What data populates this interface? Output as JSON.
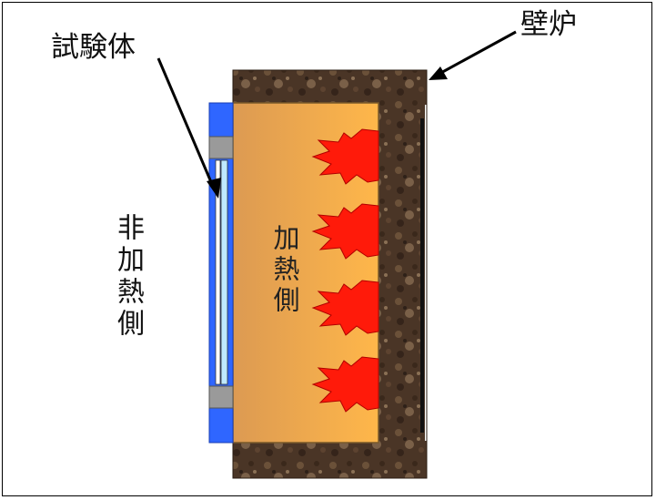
{
  "labels": {
    "specimen": "試験体",
    "furnace_wall": "壁炉",
    "unheated_side": "非加熱側",
    "heated_side": "加熱側"
  },
  "colors": {
    "furnace_wall": "#4a3526",
    "heated_zone_dark": "#dc9a52",
    "heated_zone_light": "#ffb74a",
    "flame": "#ff1a0a",
    "specimen_frame": "#2f66ff",
    "spacer": "#9a9a9a",
    "glass": "#bfe9ff"
  },
  "flames": {
    "count": 4
  }
}
